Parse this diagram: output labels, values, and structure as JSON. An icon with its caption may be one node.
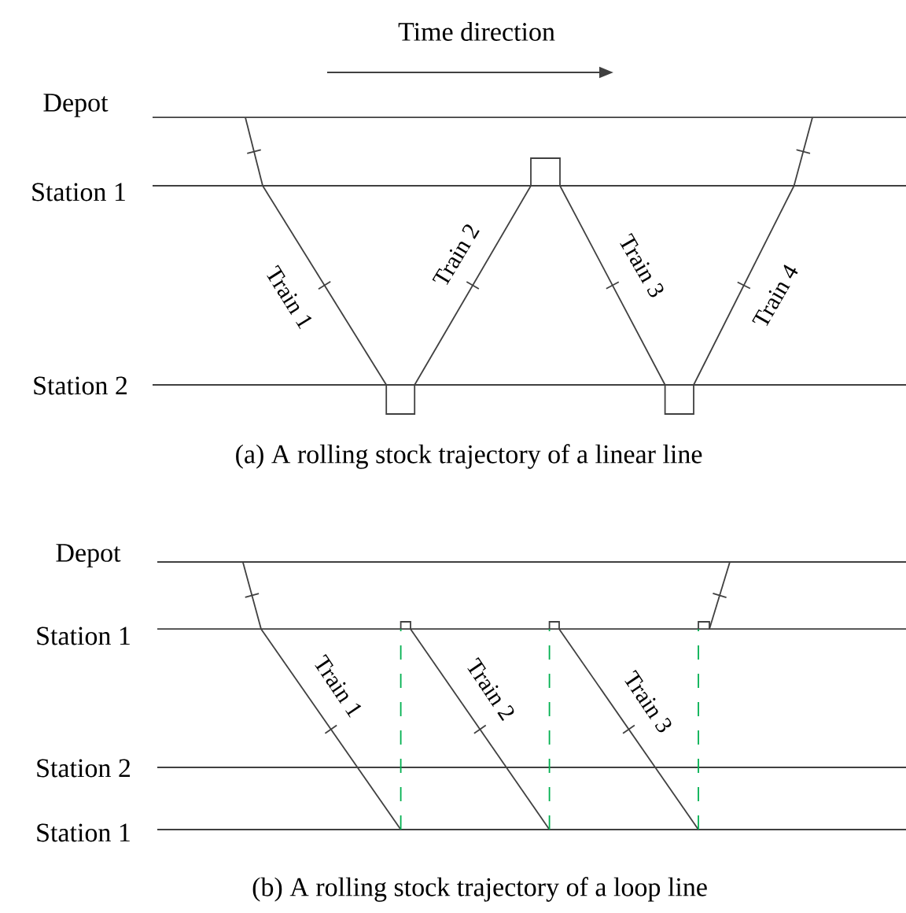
{
  "diagram": {
    "labels": [
      "Time direction",
      "Depot",
      "Station 1",
      "Train 1",
      "Train 2",
      "Train 3",
      "Train 4",
      "Station 2",
      "(a) A rolling stock trajectory of a linear line",
      "Depot",
      "Station 1",
      "Train 1",
      "Train 2",
      "Train 3",
      "Station 2",
      "Station 1",
      "(b) A rolling stock trajectory of a loop line"
    ]
  }
}
